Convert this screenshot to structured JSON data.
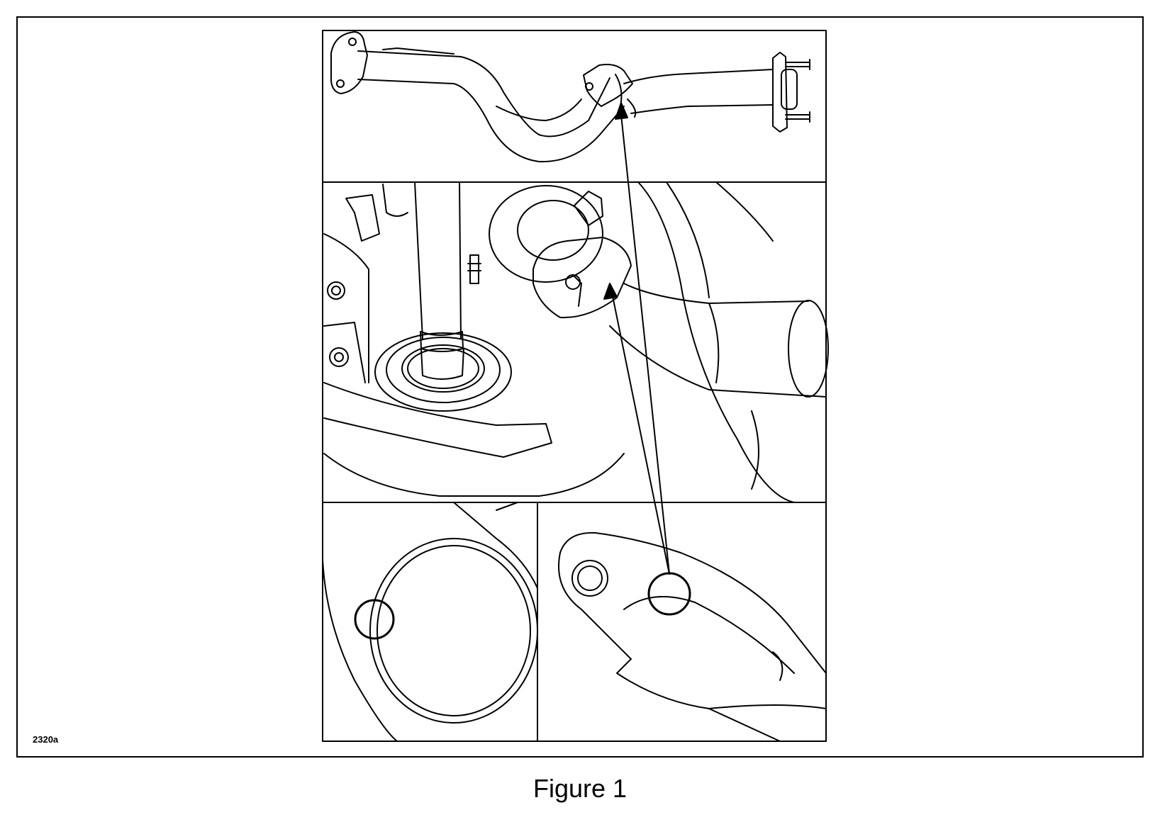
{
  "figure": {
    "id_label": "2320a",
    "caption": "Figure 1"
  },
  "colors": {
    "line": "#000000",
    "background": "#ffffff"
  },
  "illustration": {
    "panels": [
      "exhaust-pipe-overview",
      "manifold-joint-detail",
      "gasket-ring-detail",
      "flange-marking-detail"
    ],
    "callouts": [
      "gasket-mark-circle",
      "flange-mark-circle"
    ],
    "arrows": 2
  }
}
